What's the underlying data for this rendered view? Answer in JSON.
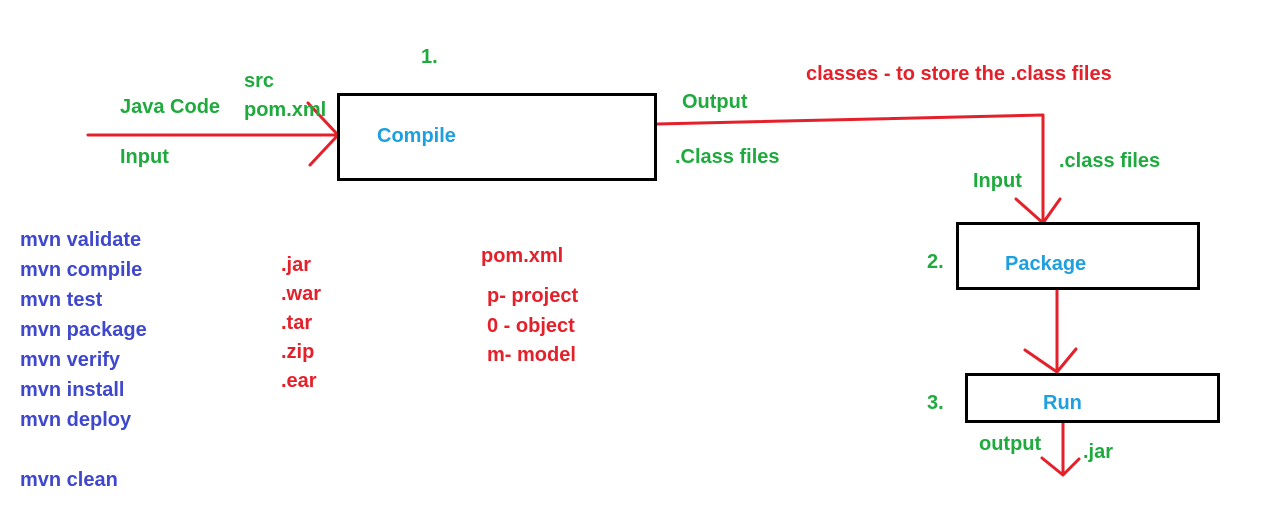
{
  "steps": {
    "compile": {
      "number": "1.",
      "label": "Compile"
    },
    "package": {
      "number": "2.",
      "label": "Package"
    },
    "run": {
      "number": "3.",
      "label": "Run"
    }
  },
  "compile_inputs": {
    "java_code": "Java Code",
    "input": "Input",
    "src": "src",
    "pom": "pom.xml"
  },
  "compile_outputs": {
    "output": "Output",
    "class_files": ".Class files"
  },
  "classes_note": "classes - to store the .class files",
  "package_inputs": {
    "input": "Input",
    "class_files": ".class files"
  },
  "run_outputs": {
    "output": "output",
    "jar": ".jar"
  },
  "mvn_commands": [
    "mvn validate",
    "mvn compile",
    "mvn test",
    "mvn package",
    "mvn verify",
    "mvn install",
    "mvn deploy"
  ],
  "mvn_clean": "mvn clean",
  "packaging_types": [
    ".jar",
    ".war",
    ".tar",
    ".zip",
    ".ear"
  ],
  "pom_title": "pom.xml",
  "pom_meaning": [
    "p- project",
    "0 - object",
    "m- model"
  ],
  "colors": {
    "arrow": "#e4202a",
    "green": "#1faa3e",
    "blue": "#1d9fe0",
    "purple": "#3f48cc",
    "box_border": "#000000"
  }
}
